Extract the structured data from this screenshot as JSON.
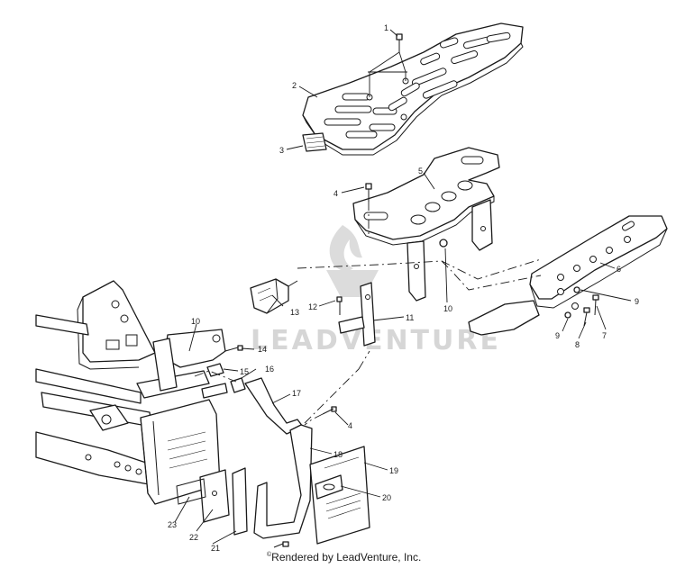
{
  "watermark": {
    "text": "LEADVENTURE",
    "logo_icon": "leadventure-flame-logo"
  },
  "footer": {
    "symbol": "©",
    "text": "Rendered by LeadVenture, Inc."
  },
  "callouts": [
    "1",
    "2",
    "3",
    "4",
    "5",
    "6",
    "7",
    "8",
    "9",
    "10",
    "11",
    "12",
    "13",
    "14",
    "15",
    "16",
    "17",
    "18",
    "19",
    "20",
    "21",
    "22",
    "23"
  ],
  "callout_labels": {
    "c1": "1",
    "c2": "2",
    "c3": "3",
    "c4a": "4",
    "c4b": "4",
    "c5": "5",
    "c6": "6",
    "c7": "7",
    "c8": "8",
    "c9a": "9",
    "c9b": "9",
    "c10a": "10",
    "c10b": "10",
    "c11": "11",
    "c12": "12",
    "c13": "13",
    "c14": "14",
    "c15": "15",
    "c16": "16",
    "c17": "17",
    "c18": "18",
    "c19": "19",
    "c20": "20",
    "c21": "21",
    "c22": "22",
    "c23": "23"
  },
  "colors": {
    "line": "#1a1a1a",
    "background": "#ffffff",
    "watermark": "#d6d6d6"
  }
}
